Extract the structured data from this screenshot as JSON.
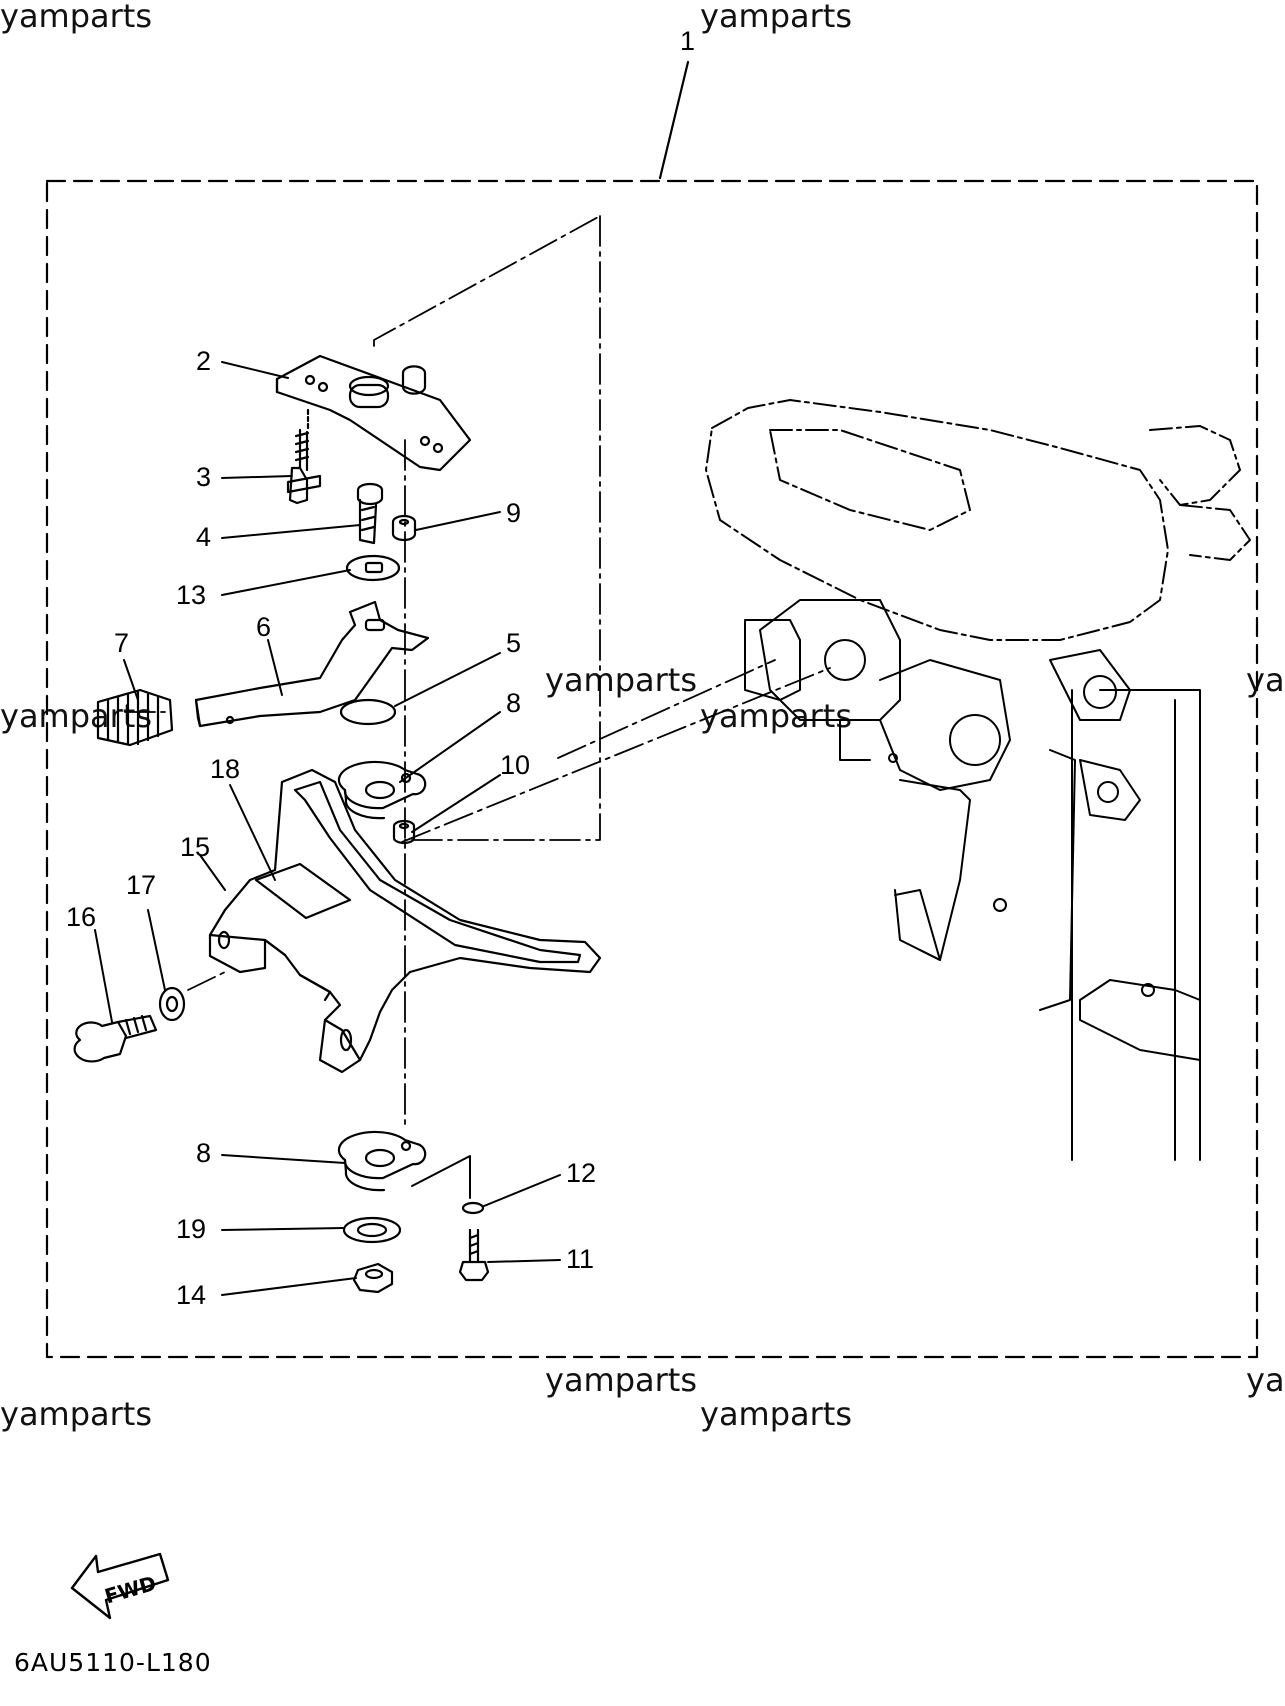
{
  "watermark": "yamparts",
  "watermark_cut": "ya",
  "diagram_code": "6AU5110-L180",
  "fwd_label": "FWD",
  "part_labels": {
    "p1": "1",
    "p2": "2",
    "p3": "3",
    "p4": "4",
    "p5": "5",
    "p6": "6",
    "p7": "7",
    "p8a": "8",
    "p8b": "8",
    "p9": "9",
    "p10": "10",
    "p11": "11",
    "p12": "12",
    "p13": "13",
    "p14": "14",
    "p15": "15",
    "p16": "16",
    "p17": "17",
    "p18": "18",
    "p19": "19"
  }
}
